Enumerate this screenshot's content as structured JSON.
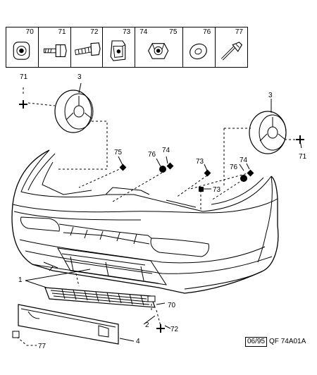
{
  "legend": {
    "n70": "70",
    "n71": "71",
    "n72": "72",
    "n73": "73",
    "n74": "74",
    "n75": "75",
    "n76": "76",
    "n77": "77"
  },
  "labels": {
    "l71_left": "71",
    "l3_left": "3",
    "l3_right": "3",
    "l71_right": "71",
    "l75": "75",
    "l76_a": "76",
    "l74_a": "74",
    "l73_a": "73",
    "l74_b": "74",
    "l76_b": "76",
    "l73_b": "73",
    "l1": "1",
    "l2": "2",
    "l70": "70",
    "l72": "72",
    "l4": "4",
    "l77": "77"
  },
  "reference": {
    "date": "06/95",
    "code": "QF 74A01A"
  }
}
